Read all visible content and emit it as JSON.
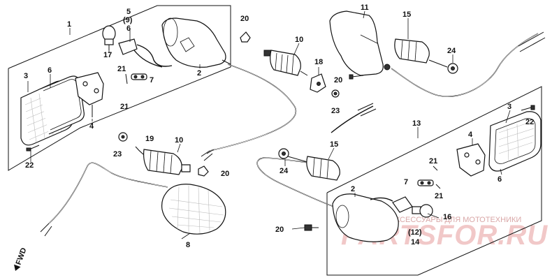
{
  "callouts": {
    "c1": "1",
    "c2a": "2",
    "c3a": "3",
    "c4a": "4",
    "c5": "5",
    "c9a": "(9)",
    "c6a": "6",
    "c17": "17",
    "c21a": "21",
    "c7a": "7",
    "c21b": "21",
    "c8": "8",
    "c10a": "10",
    "c10b": "10",
    "c19": "19",
    "c23a": "23",
    "c20a": "20",
    "c20b": "20",
    "c20c": "20",
    "c20d": "20",
    "c22a": "22",
    "c11": "11",
    "c15a": "15",
    "c15b": "15",
    "c18": "18",
    "c23b": "23",
    "c24a": "24",
    "c24b": "24",
    "c13": "13",
    "c3b": "3",
    "c22b": "22",
    "c4b": "4",
    "c6b": "6",
    "c21c": "21",
    "c21d": "21",
    "c7b": "7",
    "c2b": "2",
    "c16": "16",
    "c12": "(12)",
    "c14": "14"
  },
  "orientation_label": "FWD",
  "watermark": {
    "caption": "ЗАПЧАСТИ И АКСЕССУАРЫ ДЛЯ МОТОТЕХНИКИ",
    "logo": "PARTSFOR.RU"
  },
  "colors": {
    "line": "#111111",
    "watermark": "#f1c8c8",
    "background": "#ffffff"
  }
}
